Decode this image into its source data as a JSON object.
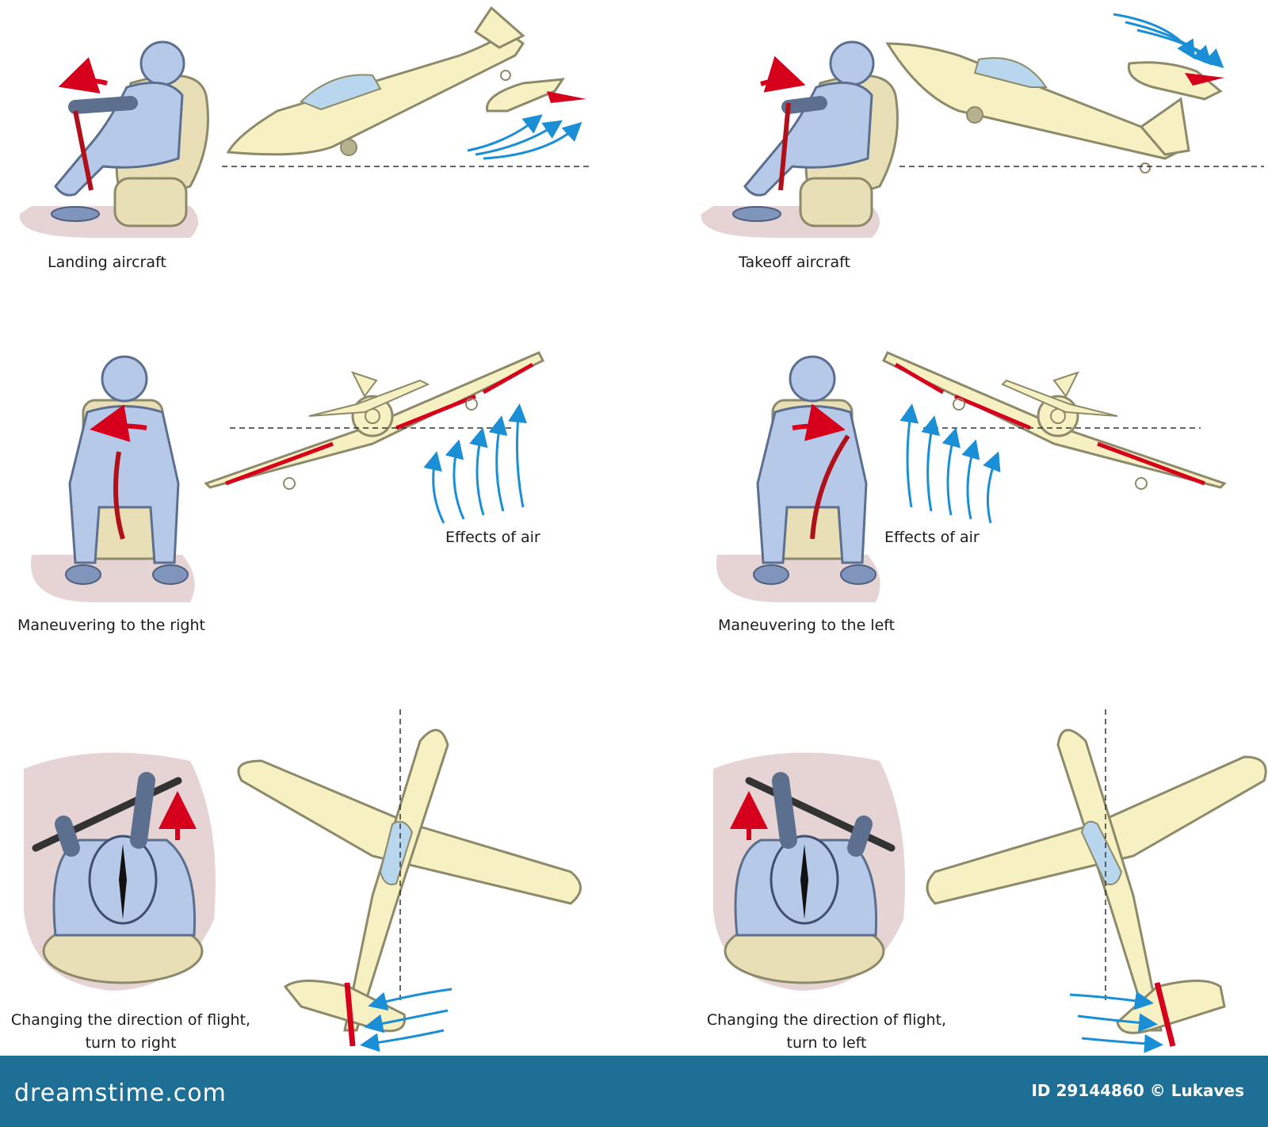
{
  "panels": {
    "landing": {
      "caption": "Landing aircraft"
    },
    "takeoff": {
      "caption": "Takeoff aircraft"
    },
    "maneuver_right": {
      "caption": "Maneuvering to the right",
      "air_label": "Effects of air"
    },
    "maneuver_left": {
      "caption": "Maneuvering to the left",
      "air_label": "Effects of air"
    },
    "turn_right": {
      "caption_line1": "Changing the direction of flight,",
      "caption_line2": "turn to right"
    },
    "turn_left": {
      "caption_line1": "Changing the direction of flight,",
      "caption_line2": "turn to left"
    }
  },
  "footer": {
    "logo": "dreamstime.com",
    "image_id": "ID 29144860 © Lukaves"
  },
  "colors": {
    "aircraft": "#f6f0c2",
    "outline": "#8c8a6a",
    "pilot": "#b7c9e8",
    "control_red": "#d6001c",
    "air_blue": "#1a8fd6",
    "ground": "#e6d3d3",
    "footer": "#1e6f95"
  }
}
